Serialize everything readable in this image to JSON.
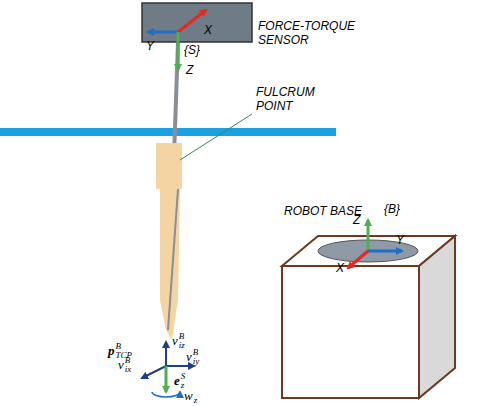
{
  "diagram": {
    "labels": [
      "FORCE-TORQUE SENSOR",
      "X",
      "Y",
      "{S}",
      "Z",
      "FULCRUM POINT",
      "ROBOT BASE",
      "{B}",
      "Z",
      "X",
      "Y",
      "v",
      "B",
      "iz",
      "p",
      "B",
      "TCP",
      "v",
      "B",
      "iy",
      "v",
      "B",
      "ix",
      "e",
      "S",
      "z",
      "w",
      "z"
    ]
  }
}
